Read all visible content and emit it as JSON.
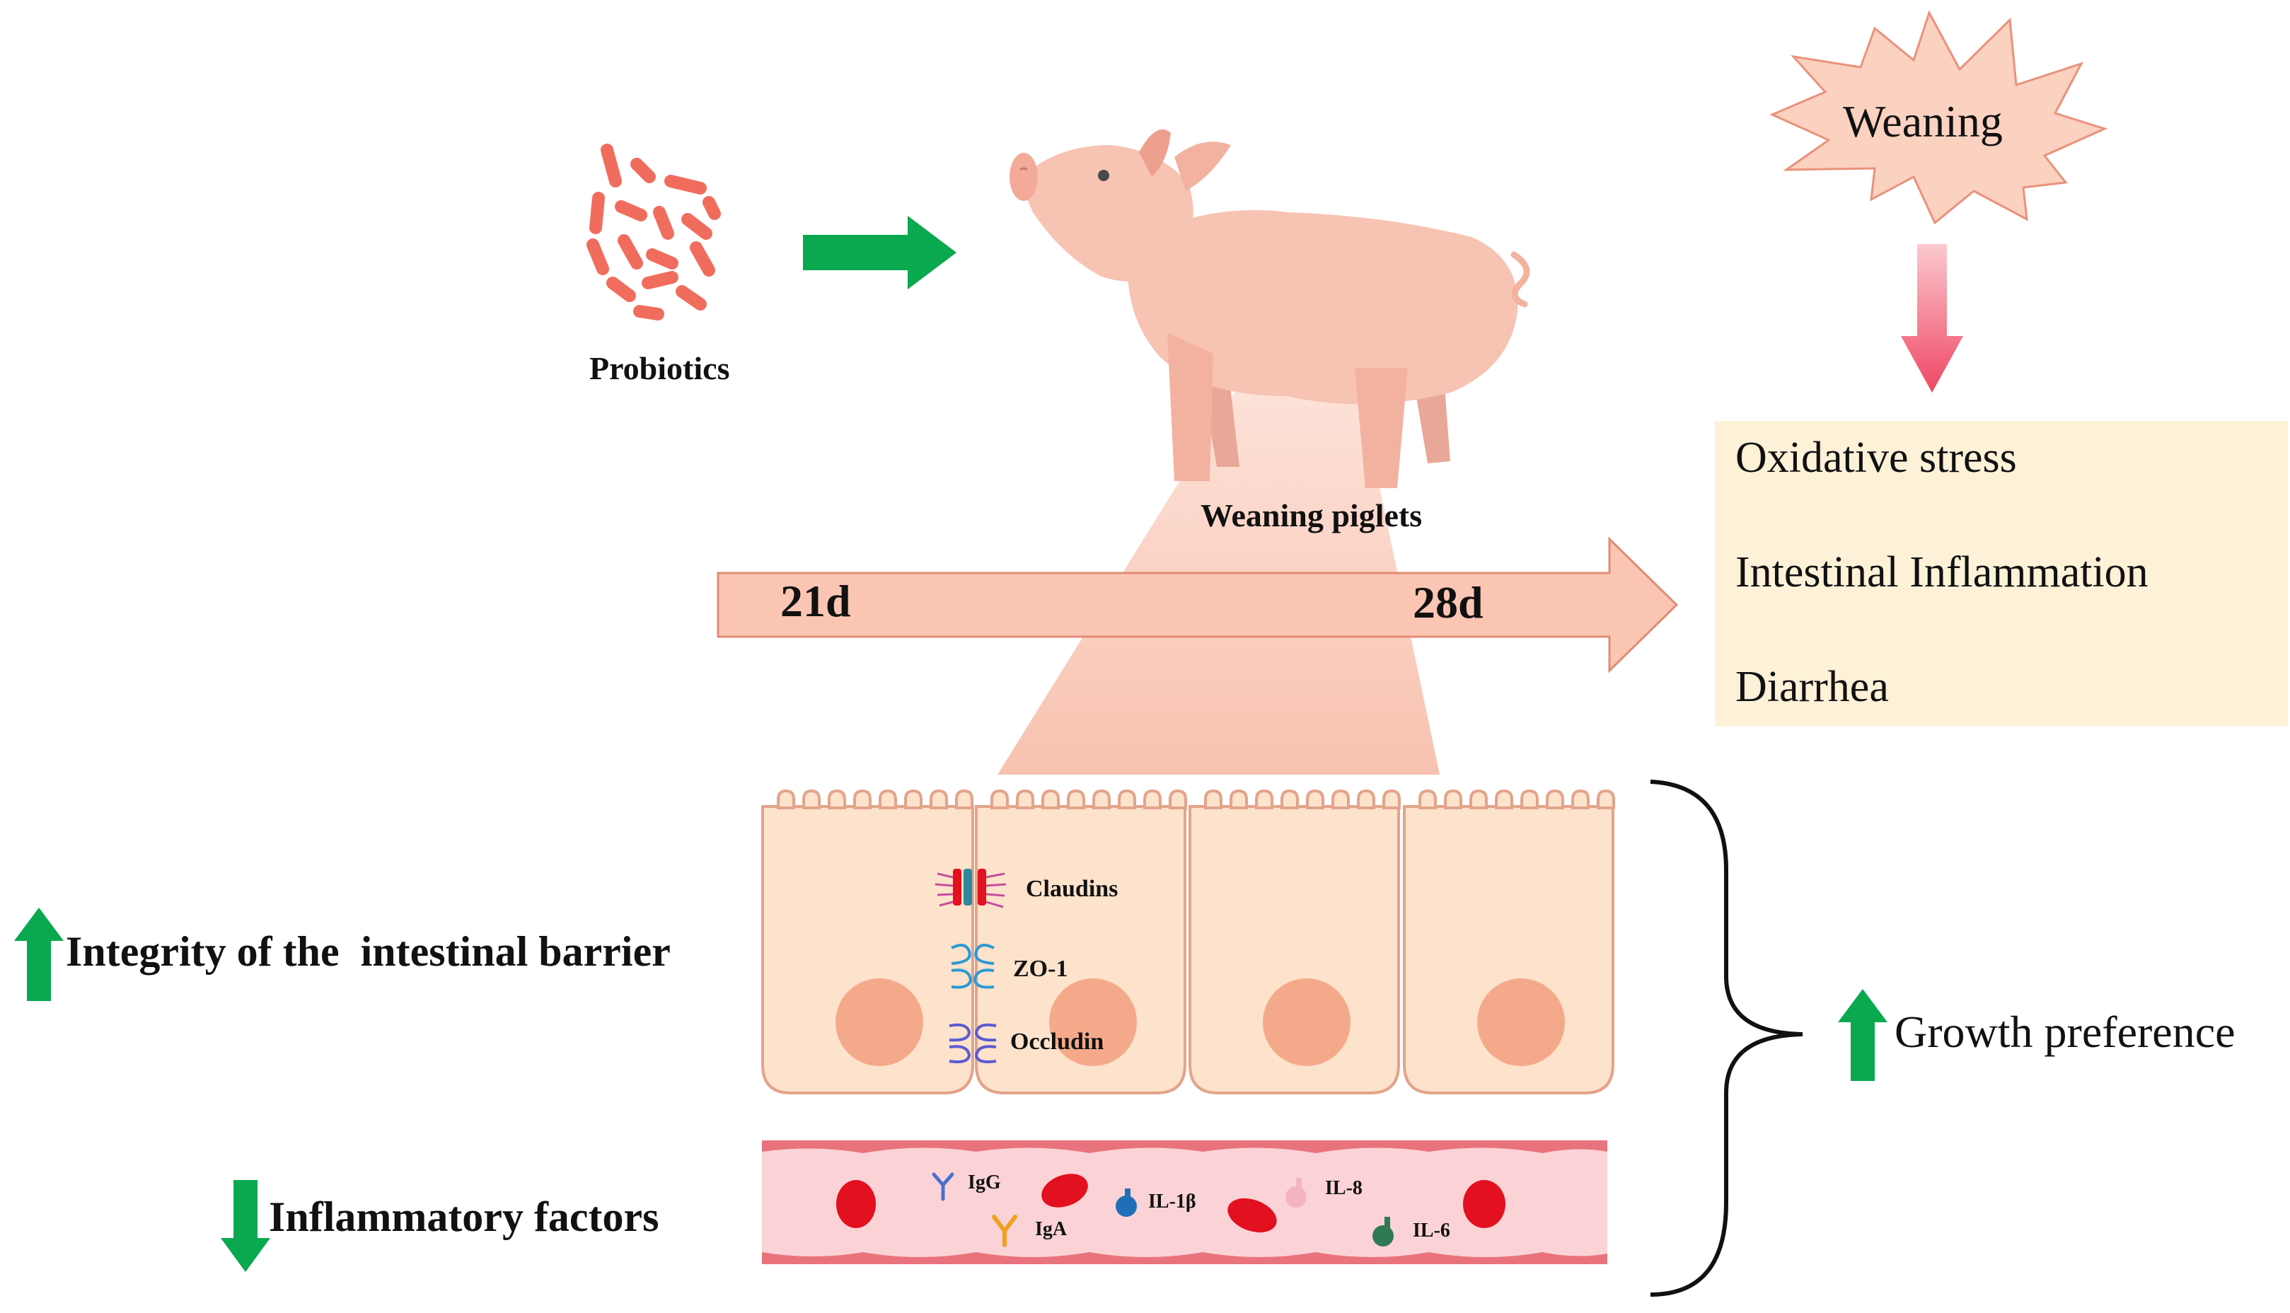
{
  "probiotics": {
    "label": "Probiotics"
  },
  "piglet": {
    "label": "Weaning piglets"
  },
  "timeline": {
    "start_label": "21d",
    "end_label": "28d"
  },
  "weaning": {
    "label": "Weaning",
    "effects": [
      "Oxidative stress",
      "Intestinal Inflammation",
      "Diarrhea"
    ]
  },
  "barrier": {
    "label": "Integrity of the  intestinal barrier",
    "direction": "up",
    "proteins": [
      "Claudins",
      "ZO-1",
      "Occludin"
    ]
  },
  "inflammation": {
    "label": "Inflammatory factors",
    "direction": "down",
    "factors": [
      "IgG",
      "IgA",
      "IL-1β",
      "IL-8",
      "IL-6"
    ]
  },
  "outcome": {
    "label": "Growth preference",
    "direction": "up"
  },
  "colors": {
    "green_arrow": "#0aa84f",
    "pink_arrow": "#f0546d",
    "timeline_fill": "#fac5b3",
    "timeline_stroke": "#e08c74",
    "cell_fill": "#fde2cc",
    "cell_stroke": "#e2a48a",
    "nucleus": "#f4aa8a",
    "vessel": "#fbd3d6",
    "vessel_wall": "#e9737c",
    "blood_cell": "#e3101f",
    "star_fill": "#fbd1c0",
    "effects_bg": "#fdf1d8",
    "pig": "#f7c3b3"
  }
}
